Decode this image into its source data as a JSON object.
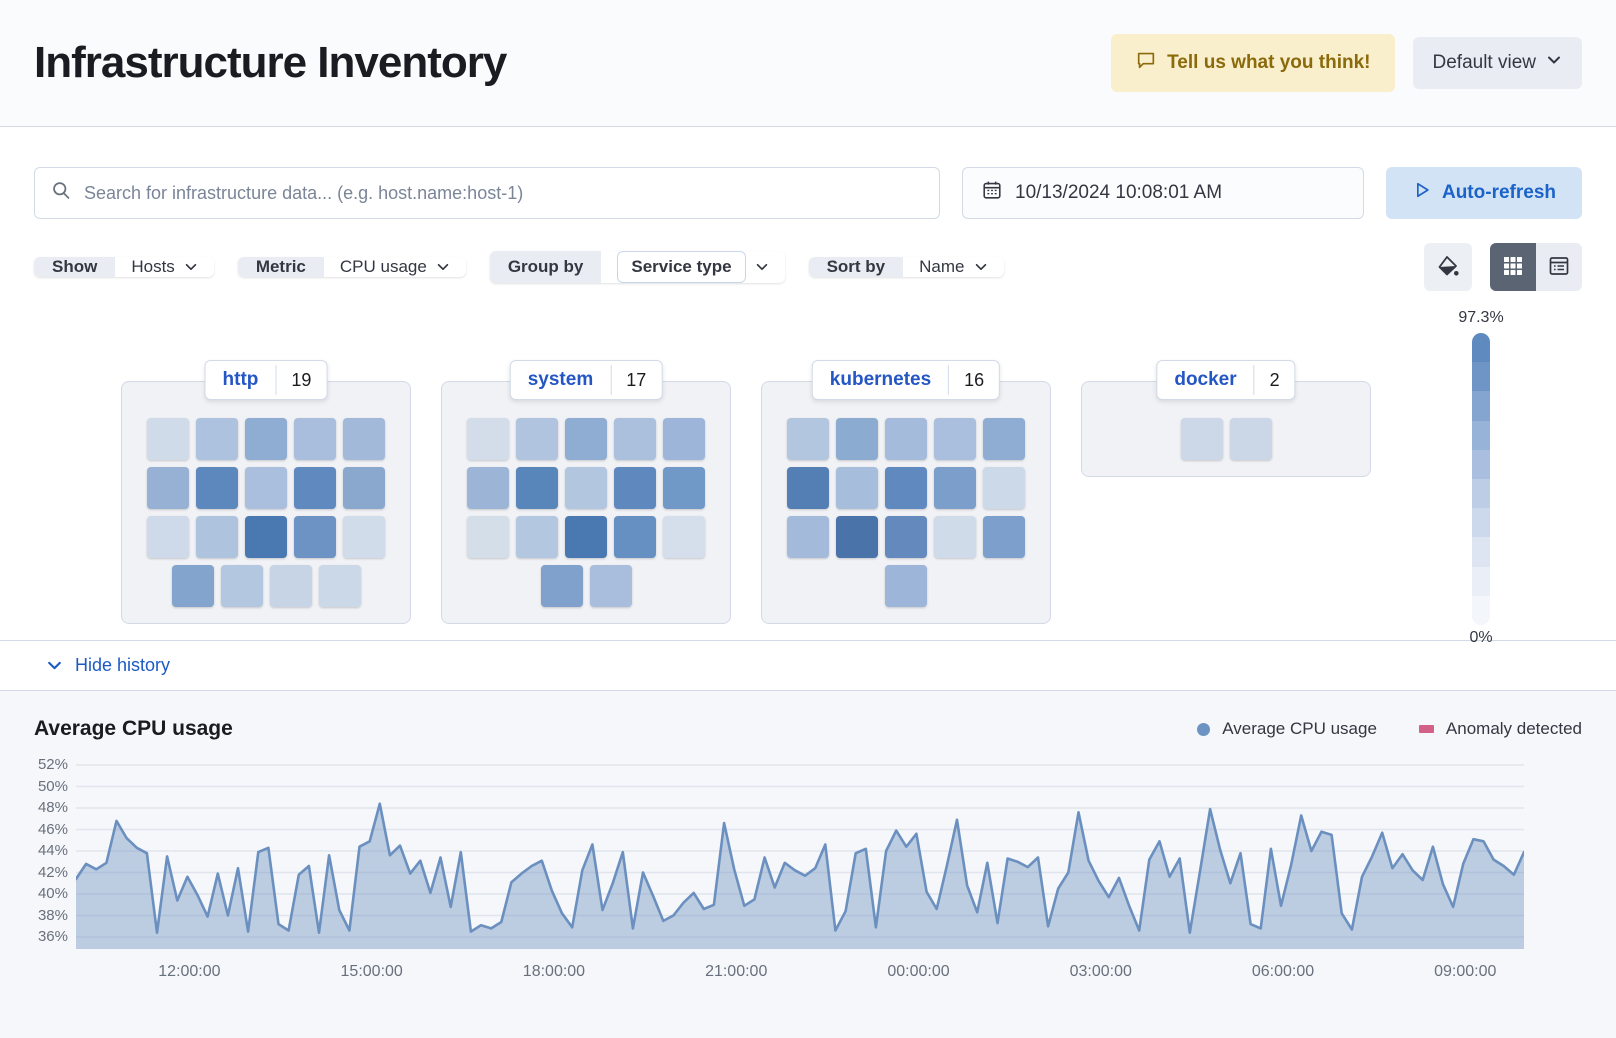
{
  "header": {
    "title": "Infrastructure Inventory",
    "feedback_label": "Tell us what you think!",
    "view_selector_label": "Default view"
  },
  "controls": {
    "search_placeholder": "Search for infrastructure data... (e.g. host.name:host-1)",
    "datetime_value": "10/13/2024 10:08:01 AM",
    "auto_refresh_label": "Auto-refresh"
  },
  "filters": {
    "show_label": "Show",
    "show_value": "Hosts",
    "metric_label": "Metric",
    "metric_value": "CPU usage",
    "group_by_label": "Group by",
    "group_by_value": "Service type",
    "sort_by_label": "Sort by",
    "sort_by_value": "Name"
  },
  "icons": {
    "names": [
      "speech-bubble-icon",
      "chevron-down-icon",
      "search-icon",
      "calendar-icon",
      "play-icon",
      "fill-color-icon",
      "grid-view-icon",
      "table-view-icon"
    ]
  },
  "scale_legend": {
    "max_label": "97.3%",
    "min_label": "0%",
    "steps": [
      "#5e8abf",
      "#6f95c6",
      "#84a5d0",
      "#98b3d8",
      "#aabfdf",
      "#bccde5",
      "#ccd9ec",
      "#dde5f2",
      "#e9eef7",
      "#f3f6fb"
    ]
  },
  "inventory": {
    "groups": [
      {
        "name": "http",
        "count": "19",
        "rows": [
          [
            "#cfdbe9",
            "#adc2de",
            "#8fadd2",
            "#a9bedd",
            "#a2b9da"
          ],
          [
            "#97b1d4",
            "#5c88bd",
            "#a9bfdd",
            "#6089bf",
            "#8aa8ce"
          ],
          [
            "#cedae9",
            "#aec3de",
            "#4a78b0",
            "#6d93c4",
            "#d0dcea"
          ],
          [
            "#83a4cc",
            "#b3c7e0",
            "#c6d4e6",
            "#cbd8e8"
          ]
        ]
      },
      {
        "name": "system",
        "count": "17",
        "rows": [
          [
            "#d2dde9",
            "#b0c4df",
            "#8fadd2",
            "#abc0dd",
            "#9db5d8"
          ],
          [
            "#9cb5d6",
            "#5886bb",
            "#b2c6df",
            "#5f88be",
            "#7199c7"
          ],
          [
            "#d3dee9",
            "#b4c7e0",
            "#4a78b0",
            "#6690c2",
            "#d5dfeb"
          ],
          [
            "#7fa1cb",
            "#a9bedd"
          ]
        ]
      },
      {
        "name": "kubernetes",
        "count": "16",
        "rows": [
          [
            "#b3c6e0",
            "#8cabd0",
            "#a5bbdb",
            "#aabfdd",
            "#8fadd2"
          ],
          [
            "#537fb5",
            "#a7bddc",
            "#6089bf",
            "#7b9fca",
            "#ccd9e8"
          ],
          [
            "#a3badb",
            "#4a73a9",
            "#6389bd",
            "#d0dbe9",
            "#7ca0cb"
          ],
          [
            "#9db5d8"
          ]
        ]
      },
      {
        "name": "docker",
        "count": "2",
        "rows": [
          [
            "#ccd8e7",
            "#cbd7e7"
          ]
        ]
      }
    ]
  },
  "history": {
    "toggle_label": "Hide history"
  },
  "chart_data": {
    "type": "area",
    "title": "Average CPU usage",
    "legend": [
      {
        "label": "Average CPU usage",
        "color": "#6d93c3",
        "marker": "dot"
      },
      {
        "label": "Anomaly detected",
        "color": "#d36086",
        "marker": "rect"
      }
    ],
    "y_ticks": [
      52,
      50,
      48,
      46,
      44,
      42,
      40,
      38,
      36
    ],
    "y_tick_labels": [
      "52%",
      "50%",
      "48%",
      "46%",
      "44%",
      "42%",
      "40%",
      "38%",
      "36%"
    ],
    "ylim": [
      35.2,
      52.8
    ],
    "grid": true,
    "legend_position": "top-right",
    "x_tick_labels": [
      "12:00:00",
      "15:00:00",
      "18:00:00",
      "21:00:00",
      "00:00:00",
      "03:00:00",
      "06:00:00",
      "09:00:00"
    ],
    "x_point_interval_min": 10,
    "x_first_tick_offset_min": 112,
    "x_tick_step_min": 180,
    "series": [
      {
        "name": "Average CPU usage",
        "line_color": "#6b90bf",
        "fill_color": "rgba(110,145,190,0.42)",
        "values": [
          41.4,
          42.8,
          42.3,
          42.9,
          46.8,
          45.2,
          44.3,
          43.8,
          36.4,
          43.5,
          39.4,
          41.6,
          39.9,
          37.9,
          41.9,
          38.0,
          42.4,
          36.5,
          43.9,
          44.3,
          37.2,
          36.6,
          41.8,
          42.6,
          36.4,
          43.6,
          38.5,
          36.6,
          44.4,
          44.9,
          48.4,
          43.6,
          44.5,
          41.9,
          43.1,
          40.1,
          43.4,
          38.8,
          43.9,
          36.5,
          37.1,
          36.8,
          37.4,
          41.1,
          41.9,
          42.6,
          43.1,
          40.3,
          38.2,
          36.9,
          42.2,
          44.6,
          38.5,
          41.0,
          43.9,
          36.8,
          42.0,
          39.8,
          37.5,
          38.0,
          39.2,
          40.1,
          38.6,
          39.0,
          46.6,
          42.3,
          38.9,
          39.5,
          43.4,
          40.6,
          42.9,
          42.2,
          41.7,
          42.4,
          44.6,
          36.6,
          38.4,
          43.8,
          44.2,
          36.9,
          44.0,
          45.9,
          44.4,
          45.6,
          40.2,
          38.6,
          42.6,
          46.9,
          40.8,
          38.3,
          42.9,
          37.3,
          43.3,
          43.0,
          42.5,
          43.4,
          37.0,
          40.5,
          42.0,
          47.6,
          43.1,
          41.2,
          39.7,
          41.5,
          38.9,
          36.6,
          43.2,
          44.9,
          41.6,
          43.3,
          36.4,
          42.1,
          47.9,
          44.1,
          41.0,
          43.8,
          37.2,
          36.8,
          44.2,
          38.9,
          42.7,
          47.3,
          44.0,
          45.8,
          45.5,
          38.2,
          36.7,
          41.6,
          43.5,
          45.7,
          42.4,
          43.7,
          42.2,
          41.3,
          44.4,
          40.9,
          38.8,
          42.8,
          45.1,
          44.9,
          43.2,
          42.6,
          41.8,
          43.9
        ]
      }
    ]
  }
}
